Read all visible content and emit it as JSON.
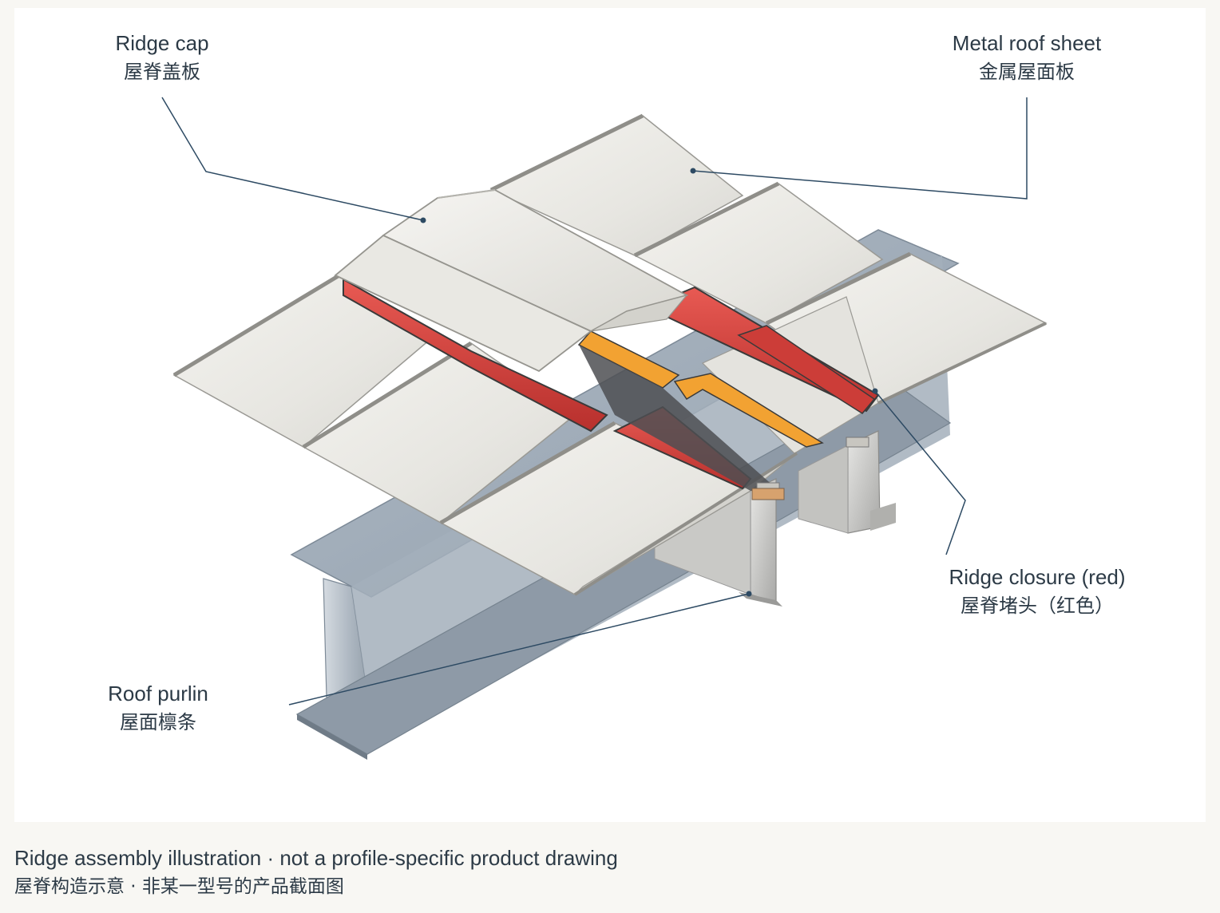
{
  "labels": {
    "ridge_cap": {
      "en": "Ridge cap",
      "zh": "屋脊盖板"
    },
    "metal_roof_sheet": {
      "en": "Metal roof sheet",
      "zh": "金属屋面板"
    },
    "ridge_closure": {
      "en": "Ridge closure (red)",
      "zh": "屋脊堵头（红色）"
    },
    "roof_purlin": {
      "en": "Roof purlin",
      "zh": "屋面檩条"
    }
  },
  "caption": {
    "en": "Ridge assembly illustration · not a profile-specific product drawing",
    "zh": "屋脊构造示意  ·  非某一型号的产品截面图"
  },
  "colors": {
    "background": "#f8f7f3",
    "panel": "#ffffff",
    "text": "#2c3a46",
    "leader_line": "#2d4a63",
    "ridge_closure": "#d8433f",
    "sealant": "#f2a232",
    "roof_sheet": "#ecebe6",
    "purlin": "#9aa7b4"
  }
}
